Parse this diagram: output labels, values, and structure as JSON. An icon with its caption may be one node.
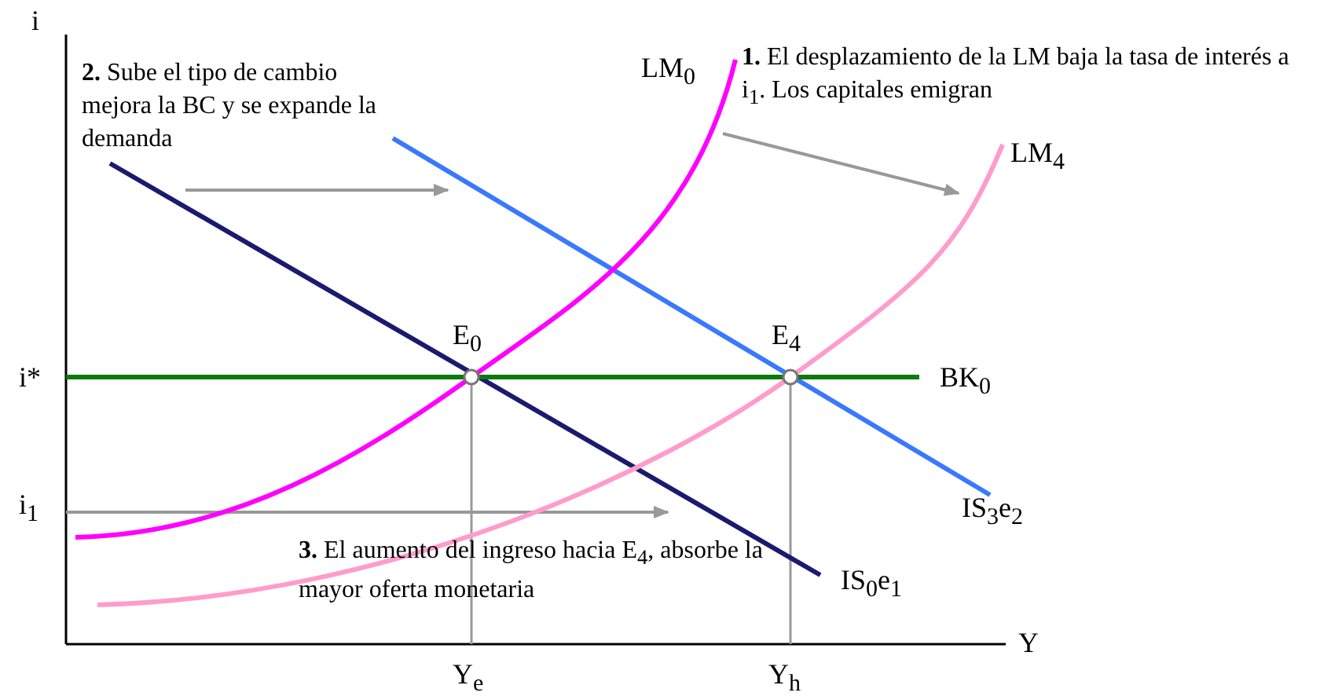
{
  "diagram": {
    "labels": [
      "i",
      "**2.** Sube el tipo de cambio mejora la BC y se expande la demanda",
      "LM$_{0}$",
      "**1.** El desplazamiento de la LM baja la tasa de interés a i$_{1}$. Los capitales emigran",
      "LM$_{4}$",
      "E$_{0}$",
      "E$_{4}$",
      "i*",
      "BK$_{0}$",
      "i$_{1}$",
      "IS$_{3}$e$_{2}$",
      "**3.** El aumento del ingreso hacia E$_{4}$, absorbe la mayor oferta monetaria",
      "IS$_{0}$e$_{1}$",
      "Y",
      "Y$_{e}$",
      "Y$_{h}$"
    ]
  }
}
